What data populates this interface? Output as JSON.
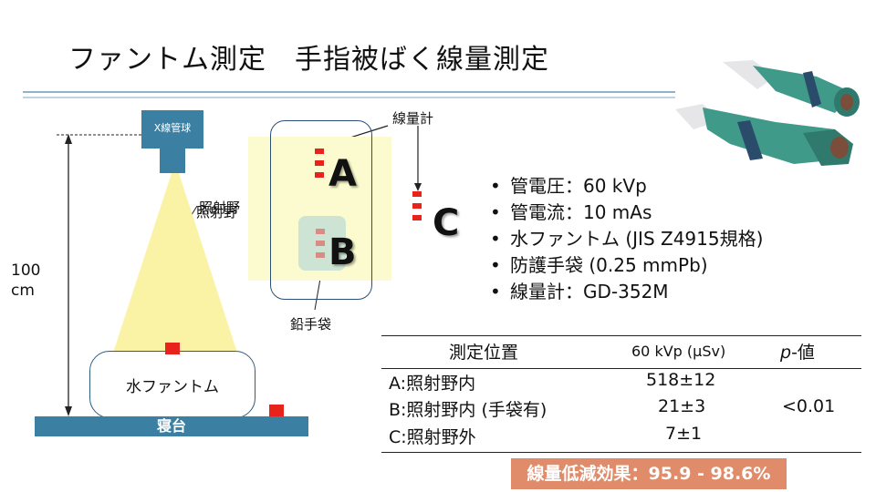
{
  "title": "ファントム測定　手指被ばく線量測定",
  "diagram": {
    "xray_tube_label": "X線管球",
    "beam_label": "照射野",
    "phantom_label": "水ファントム",
    "couch_label": "寝台",
    "distance_label": "100 cm",
    "field_label": "照射野",
    "dosimeter_label": "線量計",
    "glove_label": "鉛手袋",
    "point_a": "A",
    "point_b": "B",
    "point_c": "C"
  },
  "conditions": [
    {
      "text": "管電圧：60 kVp"
    },
    {
      "text": "管電流：10 mAs"
    },
    {
      "text": "水ファントム (JIS Z4915規格)"
    },
    {
      "text": "防護手袋 (0.25 mmPb)"
    },
    {
      "text": "線量計：GD-352M"
    }
  ],
  "bullet_char": "•",
  "table": {
    "headers": {
      "position": "測定位置",
      "dose": "60 kVp  (µSv)",
      "p_italic": "p",
      "p_suffix": "-値"
    },
    "rows": [
      {
        "position": "A:照射野内",
        "dose": "518±12"
      },
      {
        "position": "B:照射野内 (手袋有)",
        "dose": "21±3"
      },
      {
        "position": "C:照射野外",
        "dose": "7±1"
      }
    ],
    "p_value": "<0.01"
  },
  "result": "線量低減効果：95.9 - 98.6%",
  "colors": {
    "accent_blue": "#3b7fa3",
    "field_yellow": "#fbfbcf",
    "beam_yellow": "#faf3a6",
    "dosimeter_red": "#e8231b",
    "result_orange": "#e08c6b",
    "glove_green": "#cde3d3",
    "glove_photo_green": "#3f9a8a"
  }
}
